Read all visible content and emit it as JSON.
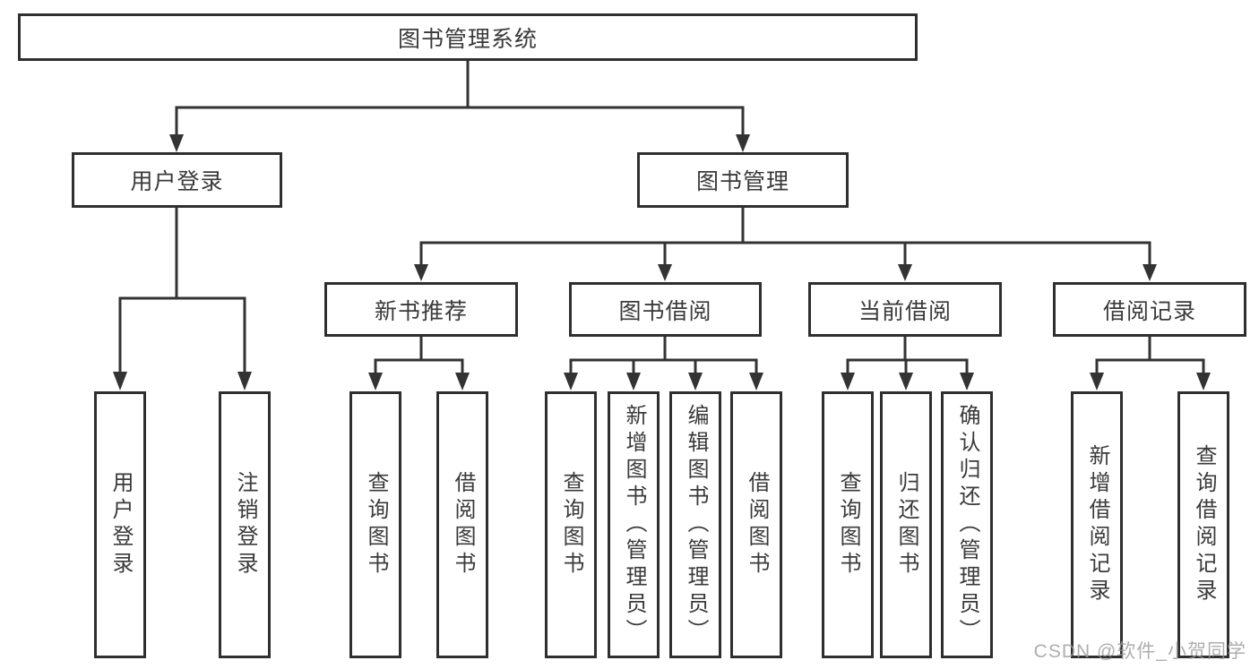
{
  "tree": {
    "root": {
      "label": "图书管理系统"
    },
    "branches": [
      {
        "label": "用户登录",
        "leaves": [
          {
            "label": "用户登录"
          },
          {
            "label": "注销登录"
          }
        ]
      },
      {
        "label": "图书管理",
        "groups": [
          {
            "label": "新书推荐",
            "leaves": [
              {
                "label": "查询图书"
              },
              {
                "label": "借阅图书"
              }
            ]
          },
          {
            "label": "图书借阅",
            "leaves": [
              {
                "label": "查询图书"
              },
              {
                "label": "新增图书（管理员）"
              },
              {
                "label": "编辑图书（管理员）"
              },
              {
                "label": "借阅图书"
              }
            ]
          },
          {
            "label": "当前借阅",
            "leaves": [
              {
                "label": "查询图书"
              },
              {
                "label": "归还图书"
              },
              {
                "label": "确认归还（管理员）"
              }
            ]
          },
          {
            "label": "借阅记录",
            "leaves": [
              {
                "label": "新增借阅记录"
              },
              {
                "label": "查询借阅记录"
              }
            ]
          }
        ]
      }
    ]
  },
  "watermark": "CSDN @软件_小贺同学",
  "colors": {
    "line": "#333333",
    "box_border": "#2f2f2f",
    "box_fill": "#ffffff",
    "text": "#3a3a3a",
    "watermark": "#9a9a9a"
  }
}
